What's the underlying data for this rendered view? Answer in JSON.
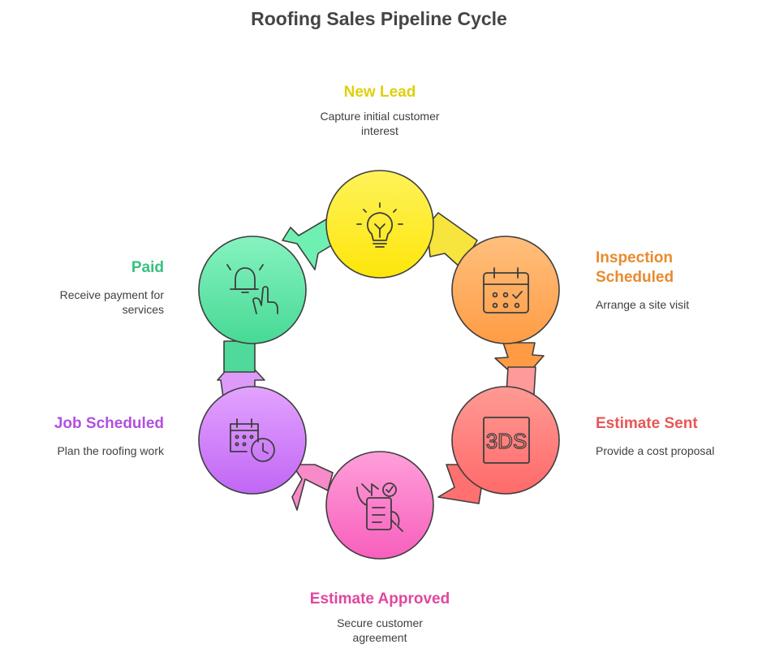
{
  "title": "Roofing Sales Pipeline Cycle",
  "stages": [
    {
      "id": "new-lead",
      "title": "New Lead",
      "description": "Capture initial customer interest",
      "color": "#e0cf0e",
      "icon": "lightbulb-icon"
    },
    {
      "id": "inspection-scheduled",
      "title": "Inspection Scheduled",
      "description": "Arrange a site visit",
      "color": "#e98a2e",
      "icon": "calendar-check-icon"
    },
    {
      "id": "estimate-sent",
      "title": "Estimate Sent",
      "description": "Provide a cost proposal",
      "color": "#e85656",
      "icon": "3d-document-icon",
      "icon_text": "3DS"
    },
    {
      "id": "estimate-approved",
      "title": "Estimate Approved",
      "description": "Secure customer agreement",
      "color": "#e0479f",
      "icon": "signed-agreement-icon"
    },
    {
      "id": "job-scheduled",
      "title": "Job Scheduled",
      "description": "Plan the roofing work",
      "color": "#b24fe0",
      "icon": "calendar-clock-icon"
    },
    {
      "id": "paid",
      "title": "Paid",
      "description": "Receive payment for services",
      "color": "#37c07f",
      "icon": "bell-tap-icon"
    }
  ]
}
